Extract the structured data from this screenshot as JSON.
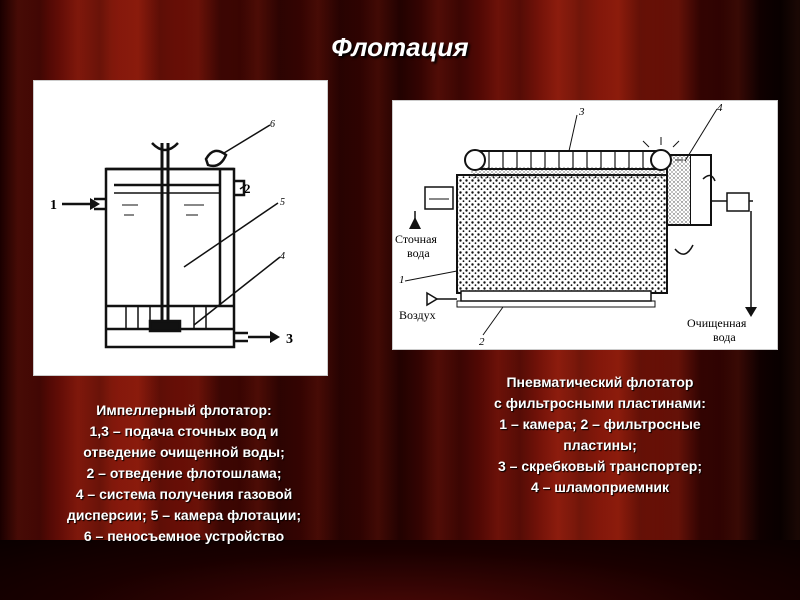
{
  "slide": {
    "title": "Флотация"
  },
  "left_diagram": {
    "labels": {
      "n1": "1",
      "n2": "2",
      "n3": "3",
      "n4": "4",
      "n5": "5",
      "n6": "6"
    }
  },
  "right_diagram": {
    "labels": {
      "n1": "1",
      "n2": "2",
      "n3": "3",
      "n4": "4",
      "wastewater_line1": "Сточная",
      "wastewater_line2": "вода",
      "air": "Воздух",
      "clean_line1": "Очищенная",
      "clean_line2": "вода"
    }
  },
  "left_caption": {
    "lines": [
      "Импеллерный флотатор:",
      "1,3 – подача сточных вод и",
      "отведение очищенной воды;",
      "2 – отведение флотошлама;",
      "4 – система получения газовой",
      "дисперсии; 5 – камера флотации;",
      "6 – пеносъемное устройство"
    ]
  },
  "right_caption": {
    "lines": [
      "Пневматический флотатор",
      "с фильтросными пластинами:",
      "1 – камера; 2 – фильтросные",
      "пластины;",
      "3 – скребковый транспортер;",
      "4 – шламоприемник"
    ]
  }
}
